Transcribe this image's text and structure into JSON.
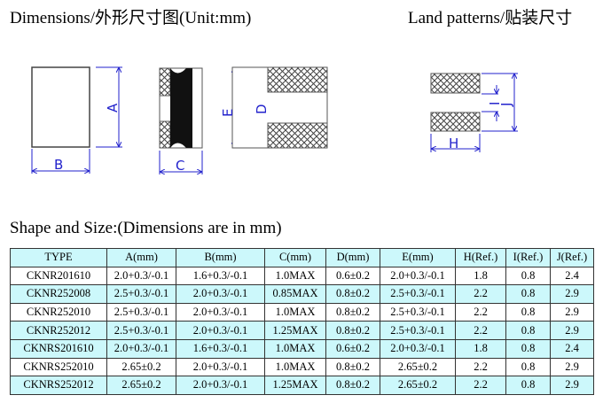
{
  "titles": {
    "dimensions": "Dimensions/外形尺寸图(Unit:mm)",
    "land": "Land patterns/贴装尺寸",
    "shape": "Shape and Size:(Dimensions are in mm)"
  },
  "labels": {
    "A": "A",
    "B": "B",
    "C": "C",
    "D": "D",
    "E": "E",
    "H": "H",
    "I": "I",
    "J": "J"
  },
  "colors": {
    "dim_line": "#2222cc",
    "row_highlight": "#ccf8fb"
  },
  "table": {
    "headers": [
      "TYPE",
      "A(mm)",
      "B(mm)",
      "C(mm)",
      "D(mm)",
      "E(mm)",
      "H(Ref.)",
      "I(Ref.)",
      "J(Ref.)"
    ],
    "rows": [
      [
        "CKNR201610",
        "2.0+0.3/-0.1",
        "1.6+0.3/-0.1",
        "1.0MAX",
        "0.6±0.2",
        "2.0+0.3/-0.1",
        "1.8",
        "0.8",
        "2.4"
      ],
      [
        "CKNR252008",
        "2.5+0.3/-0.1",
        "2.0+0.3/-0.1",
        "0.85MAX",
        "0.8±0.2",
        "2.5+0.3/-0.1",
        "2.2",
        "0.8",
        "2.9"
      ],
      [
        "CKNR252010",
        "2.5+0.3/-0.1",
        "2.0+0.3/-0.1",
        "1.0MAX",
        "0.8±0.2",
        "2.5+0.3/-0.1",
        "2.2",
        "0.8",
        "2.9"
      ],
      [
        "CKNR252012",
        "2.5+0.3/-0.1",
        "2.0+0.3/-0.1",
        "1.25MAX",
        "0.8±0.2",
        "2.5+0.3/-0.1",
        "2.2",
        "0.8",
        "2.9"
      ],
      [
        "CKNRS201610",
        "2.0+0.3/-0.1",
        "1.6+0.3/-0.1",
        "1.0MAX",
        "0.6±0.2",
        "2.0+0.3/-0.1",
        "1.8",
        "0.8",
        "2.4"
      ],
      [
        "CKNRS252010",
        "2.65±0.2",
        "2.0+0.3/-0.1",
        "1.0MAX",
        "0.8±0.2",
        "2.65±0.2",
        "2.2",
        "0.8",
        "2.9"
      ],
      [
        "CKNRS252012",
        "2.65±0.2",
        "2.0+0.3/-0.1",
        "1.25MAX",
        "0.8±0.2",
        "2.65±0.2",
        "2.2",
        "0.8",
        "2.9"
      ]
    ]
  }
}
